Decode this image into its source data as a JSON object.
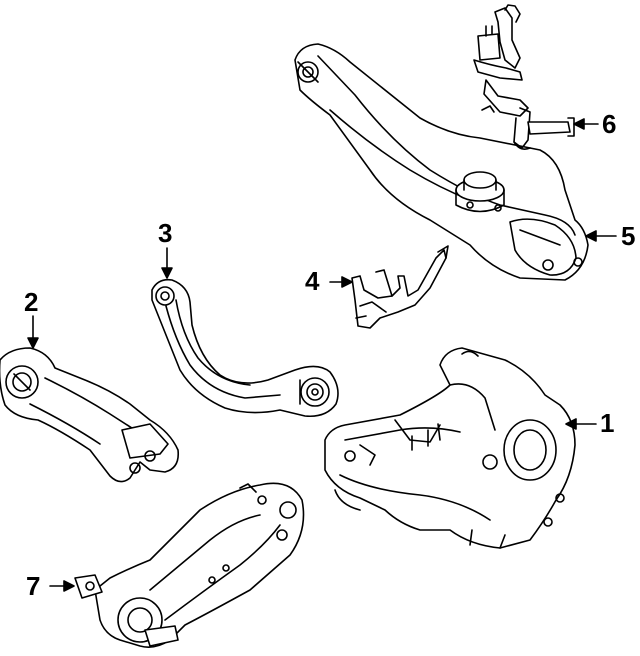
{
  "diagram": {
    "callouts": [
      {
        "id": "1",
        "label": "1"
      },
      {
        "id": "2",
        "label": "2"
      },
      {
        "id": "3",
        "label": "3"
      },
      {
        "id": "4",
        "label": "4"
      },
      {
        "id": "5",
        "label": "5"
      },
      {
        "id": "6",
        "label": "6"
      },
      {
        "id": "7",
        "label": "7"
      }
    ],
    "colors": {
      "line": "#000000",
      "fill": "#ffffff",
      "background": "#ffffff"
    }
  }
}
